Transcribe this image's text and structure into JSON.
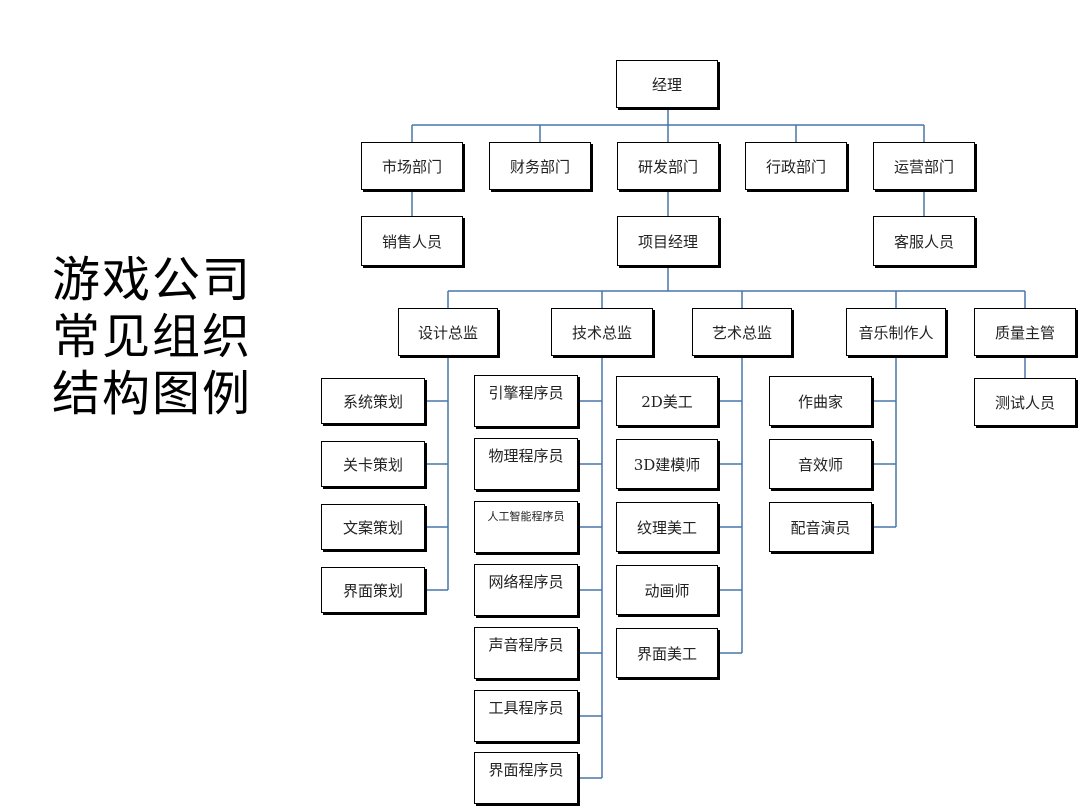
{
  "title_lines": [
    "游戏公司",
    "常见组织",
    "结构图例"
  ],
  "chart": {
    "root": "经理",
    "departments": [
      "市场部门",
      "财务部门",
      "研发部门",
      "行政部门",
      "运营部门"
    ],
    "market_sub": "销售人员",
    "rd_sub": "项目经理",
    "ops_sub": "客服人员",
    "directors": [
      "设计总监",
      "技术总监",
      "艺术总监",
      "音乐制作人",
      "质量主管"
    ],
    "design_team": [
      "系统策划",
      "关卡策划",
      "文案策划",
      "界面策划"
    ],
    "tech_team": [
      "引擎程序员",
      "物理程序员",
      "人工智能程序员",
      "网络程序员",
      "声音程序员",
      "工具程序员",
      "界面程序员"
    ],
    "art_team": [
      "2D美工",
      "3D建模师",
      "纹理美工",
      "动画师",
      "界面美工"
    ],
    "music_team": [
      "作曲家",
      "音效师",
      "配音演员"
    ],
    "qa_team": [
      "测试人员"
    ]
  },
  "colors": {
    "connector": "#4a76a8",
    "connector_light": "#7fa3cc"
  }
}
